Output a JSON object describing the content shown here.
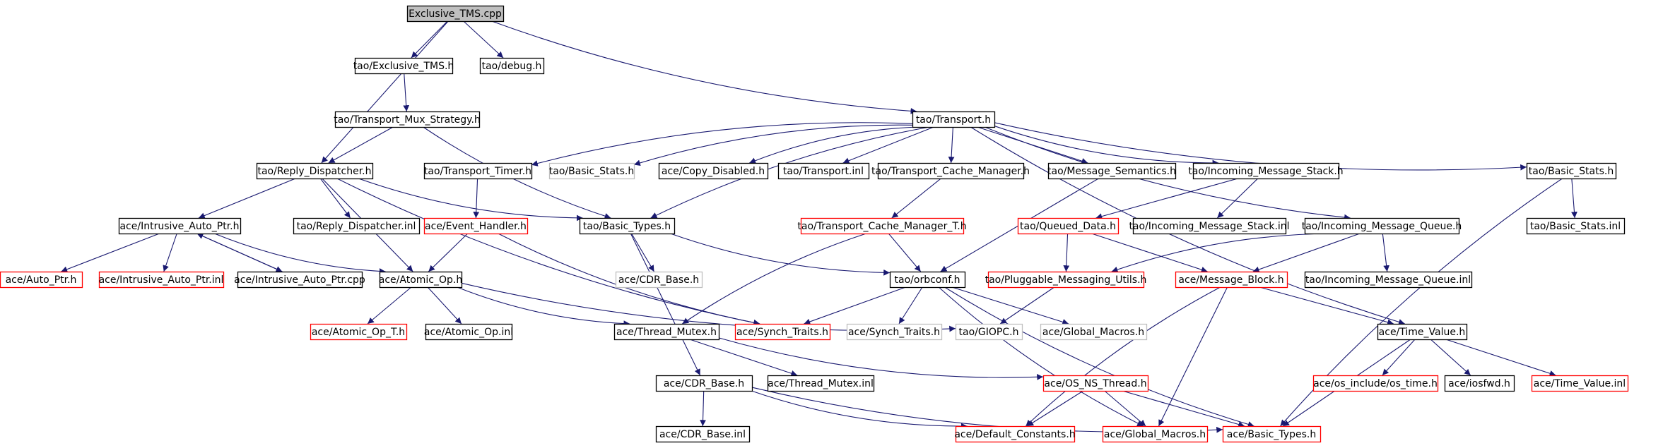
{
  "colors": {
    "edge": "#191970",
    "border_normal": "#000000",
    "border_red": "#ff0000",
    "border_gray": "#bfbfbf",
    "fill_root": "#bfbfbf",
    "fill_default": "#ffffff"
  },
  "nodes": {
    "exclusive_tms_cpp": {
      "label": "Exclusive_TMS.cpp",
      "style": "root"
    },
    "tao_exclusive_tms_h": {
      "label": "tao/Exclusive_TMS.h",
      "style": "normal"
    },
    "tao_debug_h": {
      "label": "tao/debug.h",
      "style": "normal"
    },
    "tao_transport_h": {
      "label": "tao/Transport.h",
      "style": "normal"
    },
    "tao_transport_mux_strategy_h": {
      "label": "tao/Transport_Mux_Strategy.h",
      "style": "normal"
    },
    "tao_reply_dispatcher_h": {
      "label": "tao/Reply_Dispatcher.h",
      "style": "normal"
    },
    "tao_transport_timer_h": {
      "label": "tao/Transport_Timer.h",
      "style": "normal"
    },
    "tao_basic_stats_h_gray": {
      "label": "tao/Basic_Stats.h",
      "style": "gray"
    },
    "tao_copy_disabled_h": {
      "label": "ace/Copy_Disabled.h",
      "style": "normal"
    },
    "tao_transport_inl": {
      "label": "tao/Transport.inl",
      "style": "normal"
    },
    "tao_transport_cache_manager_h": {
      "label": "tao/Transport_Cache_Manager.h",
      "style": "normal"
    },
    "tao_message_semantics_h": {
      "label": "tao/Message_Semantics.h",
      "style": "normal"
    },
    "tao_incoming_message_stack_h": {
      "label": "tao/Incoming_Message_Stack.h",
      "style": "normal"
    },
    "tao_basic_stats_h": {
      "label": "tao/Basic_Stats.h",
      "style": "normal"
    },
    "ace_intrusive_auto_ptr_h": {
      "label": "ace/Intrusive_Auto_Ptr.h",
      "style": "normal"
    },
    "tao_reply_dispatcher_inl": {
      "label": "tao/Reply_Dispatcher.inl",
      "style": "normal"
    },
    "ace_event_handler_h": {
      "label": "ace/Event_Handler.h",
      "style": "red"
    },
    "tao_basic_types_h": {
      "label": "tao/Basic_Types.h",
      "style": "normal"
    },
    "tao_transport_cache_manager_t_h": {
      "label": "tao/Transport_Cache_Manager_T.h",
      "style": "red"
    },
    "tao_queued_data_h": {
      "label": "tao/Queued_Data.h",
      "style": "red"
    },
    "tao_incoming_message_stack_inl": {
      "label": "tao/Incoming_Message_Stack.inl",
      "style": "normal"
    },
    "tao_incoming_message_queue_h": {
      "label": "tao/Incoming_Message_Queue.h",
      "style": "normal"
    },
    "tao_basic_stats_inl": {
      "label": "tao/Basic_Stats.inl",
      "style": "normal"
    },
    "ace_auto_ptr_h": {
      "label": "ace/Auto_Ptr.h",
      "style": "red"
    },
    "ace_intrusive_auto_ptr_inl": {
      "label": "ace/Intrusive_Auto_Ptr.inl",
      "style": "red"
    },
    "ace_intrusive_auto_ptr_cpp": {
      "label": "ace/Intrusive_Auto_Ptr.cpp",
      "style": "normal"
    },
    "ace_atomic_op_h": {
      "label": "ace/Atomic_Op.h",
      "style": "normal"
    },
    "ace_cdr_base_h_gray": {
      "label": "ace/CDR_Base.h",
      "style": "gray"
    },
    "tao_orbconf_h": {
      "label": "tao/orbconf.h",
      "style": "normal"
    },
    "tao_pluggable_messaging_utils_h": {
      "label": "tao/Pluggable_Messaging_Utils.h",
      "style": "red"
    },
    "ace_message_block_h": {
      "label": "ace/Message_Block.h",
      "style": "red"
    },
    "tao_incoming_message_queue_inl": {
      "label": "tao/Incoming_Message_Queue.inl",
      "style": "normal"
    },
    "ace_atomic_op_t_h": {
      "label": "ace/Atomic_Op_T.h",
      "style": "red"
    },
    "ace_atomic_op_inl": {
      "label": "ace/Atomic_Op.inl",
      "style": "normal"
    },
    "ace_thread_mutex_h": {
      "label": "ace/Thread_Mutex.h",
      "style": "normal"
    },
    "ace_synch_traits_h_red": {
      "label": "ace/Synch_Traits.h",
      "style": "red"
    },
    "ace_synch_traits_h_gray": {
      "label": "ace/Synch_Traits.h",
      "style": "gray"
    },
    "tao_giopc_h": {
      "label": "tao/GIOPC.h",
      "style": "gray"
    },
    "ace_global_macros_h_gray": {
      "label": "ace/Global_Macros.h",
      "style": "gray"
    },
    "ace_time_value_h": {
      "label": "ace/Time_Value.h",
      "style": "normal"
    },
    "ace_thread_mutex_inl": {
      "label": "ace/Thread_Mutex.inl",
      "style": "normal"
    },
    "ace_os_ns_thread_h": {
      "label": "ace/OS_NS_Thread.h",
      "style": "red"
    },
    "ace_os_include_os_time_h": {
      "label": "ace/os_include/os_time.h",
      "style": "red"
    },
    "ace_iosfwd_h": {
      "label": "ace/iosfwd.h",
      "style": "normal"
    },
    "ace_time_value_inl": {
      "label": "ace/Time_Value.inl",
      "style": "red"
    },
    "ace_cdr_base_h": {
      "label": "ace/CDR_Base.h",
      "style": "normal"
    },
    "ace_cdr_base_inl": {
      "label": "ace/CDR_Base.inl",
      "style": "normal"
    },
    "ace_default_constants_h": {
      "label": "ace/Default_Constants.h",
      "style": "red"
    },
    "ace_global_macros_h": {
      "label": "ace/Global_Macros.h",
      "style": "red"
    },
    "ace_basic_types_h": {
      "label": "ace/Basic_Types.h",
      "style": "red"
    }
  },
  "edges": [
    [
      "exclusive_tms_cpp",
      "tao_exclusive_tms_h"
    ],
    [
      "exclusive_tms_cpp",
      "tao_debug_h"
    ],
    [
      "exclusive_tms_cpp",
      "tao_transport_h"
    ],
    [
      "exclusive_tms_cpp",
      "tao_reply_dispatcher_h"
    ],
    [
      "tao_exclusive_tms_h",
      "tao_transport_mux_strategy_h"
    ],
    [
      "tao_transport_mux_strategy_h",
      "tao_reply_dispatcher_h"
    ],
    [
      "tao_transport_mux_strategy_h",
      "tao_basic_types_h"
    ],
    [
      "tao_transport_h",
      "tao_transport_timer_h"
    ],
    [
      "tao_transport_h",
      "tao_basic_stats_h_gray"
    ],
    [
      "tao_transport_h",
      "tao_copy_disabled_h"
    ],
    [
      "tao_transport_h",
      "tao_transport_inl"
    ],
    [
      "tao_transport_h",
      "tao_transport_cache_manager_h"
    ],
    [
      "tao_transport_h",
      "tao_message_semantics_h"
    ],
    [
      "tao_transport_h",
      "tao_incoming_message_stack_h"
    ],
    [
      "tao_transport_h",
      "tao_incoming_message_queue_h"
    ],
    [
      "tao_transport_h",
      "tao_basic_stats_h"
    ],
    [
      "tao_transport_h",
      "ace_time_value_h"
    ],
    [
      "tao_transport_h",
      "tao_basic_types_h"
    ],
    [
      "tao_reply_dispatcher_h",
      "ace_intrusive_auto_ptr_h"
    ],
    [
      "tao_reply_dispatcher_h",
      "tao_reply_dispatcher_inl"
    ],
    [
      "tao_reply_dispatcher_h",
      "tao_basic_types_h"
    ],
    [
      "tao_reply_dispatcher_h",
      "ace_atomic_op_h"
    ],
    [
      "tao_reply_dispatcher_h",
      "ace_synch_traits_h_red"
    ],
    [
      "tao_transport_timer_h",
      "ace_event_handler_h"
    ],
    [
      "tao_transport_cache_manager_h",
      "tao_transport_cache_manager_t_h"
    ],
    [
      "tao_message_semantics_h",
      "tao_orbconf_h"
    ],
    [
      "tao_incoming_message_stack_h",
      "tao_queued_data_h"
    ],
    [
      "tao_incoming_message_stack_h",
      "tao_incoming_message_stack_inl"
    ],
    [
      "tao_incoming_message_queue_h",
      "tao_pluggable_messaging_utils_h"
    ],
    [
      "tao_incoming_message_queue_h",
      "ace_message_block_h"
    ],
    [
      "tao_incoming_message_queue_h",
      "tao_incoming_message_queue_inl"
    ],
    [
      "tao_basic_stats_h",
      "tao_basic_stats_inl"
    ],
    [
      "tao_basic_stats_h",
      "ace_basic_types_h"
    ],
    [
      "ace_intrusive_auto_ptr_h",
      "ace_auto_ptr_h"
    ],
    [
      "ace_intrusive_auto_ptr_h",
      "ace_intrusive_auto_ptr_inl"
    ],
    [
      "ace_intrusive_auto_ptr_h",
      "ace_intrusive_auto_ptr_cpp"
    ],
    [
      "ace_intrusive_auto_ptr_cpp",
      "ace_intrusive_auto_ptr_h"
    ],
    [
      "ace_intrusive_auto_ptr_h",
      "ace_atomic_op_h"
    ],
    [
      "ace_event_handler_h",
      "ace_atomic_op_h"
    ],
    [
      "ace_event_handler_h",
      "ace_synch_traits_h_red"
    ],
    [
      "tao_basic_types_h",
      "ace_cdr_base_h_gray"
    ],
    [
      "tao_basic_types_h",
      "tao_orbconf_h"
    ],
    [
      "tao_basic_types_h",
      "ace_cdr_base_h"
    ],
    [
      "tao_transport_cache_manager_t_h",
      "tao_orbconf_h"
    ],
    [
      "tao_transport_cache_manager_t_h",
      "ace_thread_mutex_h"
    ],
    [
      "tao_queued_data_h",
      "tao_pluggable_messaging_utils_h"
    ],
    [
      "tao_queued_data_h",
      "ace_message_block_h"
    ],
    [
      "ace_atomic_op_h",
      "ace_atomic_op_t_h"
    ],
    [
      "ace_atomic_op_h",
      "ace_atomic_op_inl"
    ],
    [
      "ace_atomic_op_h",
      "ace_thread_mutex_h"
    ],
    [
      "ace_atomic_op_h",
      "tao_giopc_h"
    ],
    [
      "tao_orbconf_h",
      "ace_synch_traits_h_red"
    ],
    [
      "tao_orbconf_h",
      "ace_synch_traits_h_gray"
    ],
    [
      "tao_orbconf_h",
      "ace_global_macros_h_gray"
    ],
    [
      "tao_orbconf_h",
      "ace_global_macros_h"
    ],
    [
      "tao_orbconf_h",
      "ace_basic_types_h"
    ],
    [
      "tao_pluggable_messaging_utils_h",
      "tao_giopc_h"
    ],
    [
      "ace_message_block_h",
      "ace_time_value_h"
    ],
    [
      "ace_message_block_h",
      "ace_default_constants_h"
    ],
    [
      "ace_message_block_h",
      "ace_global_macros_h"
    ],
    [
      "ace_thread_mutex_h",
      "ace_thread_mutex_inl"
    ],
    [
      "ace_thread_mutex_h",
      "ace_os_ns_thread_h"
    ],
    [
      "ace_time_value_h",
      "ace_os_include_os_time_h"
    ],
    [
      "ace_time_value_h",
      "ace_iosfwd_h"
    ],
    [
      "ace_time_value_h",
      "ace_time_value_inl"
    ],
    [
      "ace_time_value_h",
      "ace_basic_types_h"
    ],
    [
      "ace_os_ns_thread_h",
      "ace_default_constants_h"
    ],
    [
      "ace_os_ns_thread_h",
      "ace_global_macros_h"
    ],
    [
      "ace_os_ns_thread_h",
      "ace_basic_types_h"
    ],
    [
      "ace_cdr_base_h",
      "ace_cdr_base_inl"
    ],
    [
      "ace_cdr_base_h",
      "ace_default_constants_h"
    ],
    [
      "ace_cdr_base_h",
      "ace_basic_types_h"
    ]
  ]
}
